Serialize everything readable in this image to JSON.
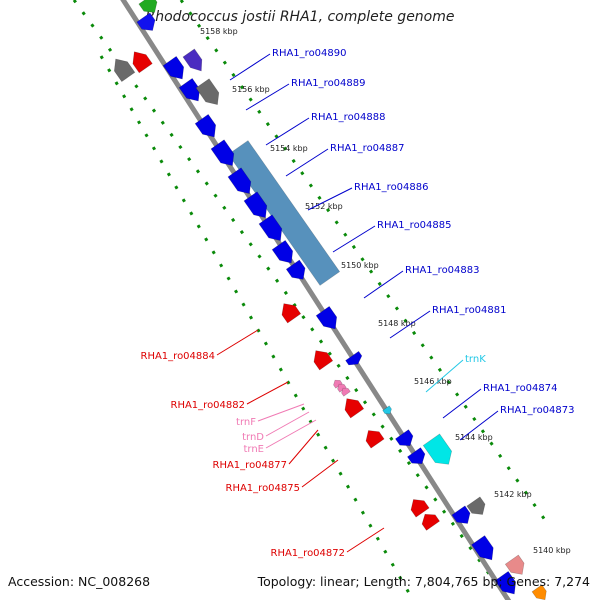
{
  "title": "Rhodococcus jostii RHA1, complete genome",
  "footer": {
    "accession": "Accession: NC_008268",
    "summary": "Topology: linear; Length: 7,804,765 bp; Genes: 7,274"
  },
  "colors": {
    "backbone": "#808080",
    "ticks": "#0a8a0a",
    "forward_gene": "#0000e6",
    "reverse_gene": "#e60000",
    "trna_forward": "#22c8e6",
    "trna_reverse": "#f07ab4",
    "pseudo": "#6a6a6a",
    "steel": "#3a7eb0"
  },
  "scale_labels": [
    "5158 kbp",
    "5156 kbp",
    "5154 kbp",
    "5152 kbp",
    "5150 kbp",
    "5148 kbp",
    "5146 kbp",
    "5144 kbp",
    "5142 kbp",
    "5140 kbp"
  ],
  "forward_labels": [
    "RHA1_ro04890",
    "RHA1_ro04889",
    "RHA1_ro04888",
    "RHA1_ro04887",
    "RHA1_ro04886",
    "RHA1_ro04885",
    "RHA1_ro04883",
    "RHA1_ro04881",
    "trnK",
    "RHA1_ro04874",
    "RHA1_ro04873"
  ],
  "reverse_labels": [
    "RHA1_ro04884",
    "RHA1_ro04882",
    "trnF",
    "trnD",
    "trnE",
    "RHA1_ro04877",
    "RHA1_ro04875",
    "RHA1_ro04872"
  ]
}
